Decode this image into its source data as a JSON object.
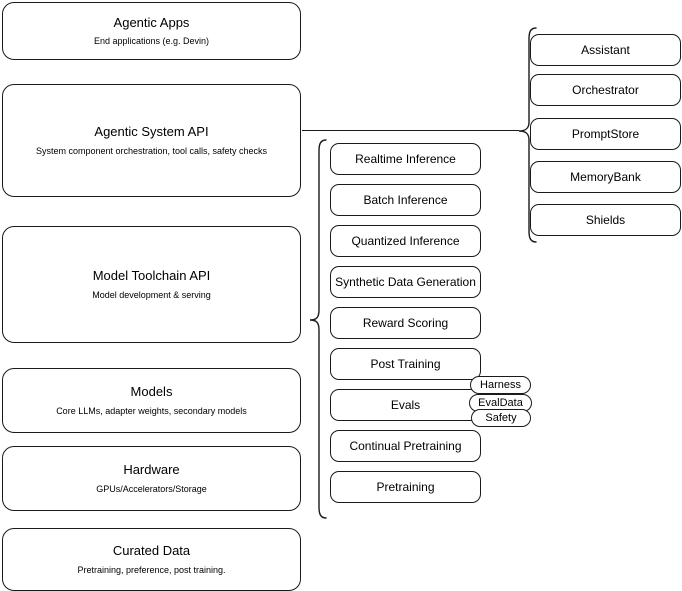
{
  "diagram": {
    "title": "Agentic AI stack layers",
    "stroke_color": "#1a1a1a",
    "background_color": "#ffffff"
  },
  "layers": [
    {
      "name": "agentic-apps",
      "title": "Agentic Apps",
      "subtitle": "End applications (e.g. Devin)"
    },
    {
      "name": "agentic-system-api",
      "title": "Agentic System API",
      "subtitle": "System component orchestration, tool calls, safety checks"
    },
    {
      "name": "model-toolchain-api",
      "title": "Model Toolchain API",
      "subtitle": "Model development & serving"
    },
    {
      "name": "models",
      "title": "Models",
      "subtitle": "Core LLMs, adapter weights, secondary models"
    },
    {
      "name": "hardware",
      "title": "Hardware",
      "subtitle": "GPUs/Accelerators/Storage"
    },
    {
      "name": "curated-data",
      "title": "Curated Data",
      "subtitle": "Pretraining, preference, post training."
    }
  ],
  "toolchain_components": [
    {
      "name": "realtime-inference",
      "label": "Realtime Inference"
    },
    {
      "name": "batch-inference",
      "label": "Batch Inference"
    },
    {
      "name": "quantized-inference",
      "label": "Quantized Inference"
    },
    {
      "name": "synthetic-data-generation",
      "label": "Synthetic Data Generation"
    },
    {
      "name": "reward-scoring",
      "label": "Reward Scoring"
    },
    {
      "name": "post-training",
      "label": "Post Training"
    },
    {
      "name": "evals",
      "label": "Evals"
    },
    {
      "name": "continual-pretraining",
      "label": "Continual Pretraining"
    },
    {
      "name": "pretraining",
      "label": "Pretraining"
    }
  ],
  "system_components": [
    {
      "name": "assistant",
      "label": "Assistant"
    },
    {
      "name": "orchestrator",
      "label": "Orchestrator"
    },
    {
      "name": "promptstore",
      "label": "PromptStore"
    },
    {
      "name": "memorybank",
      "label": "MemoryBank"
    },
    {
      "name": "shields",
      "label": "Shields"
    }
  ],
  "eval_badges": [
    {
      "name": "harness",
      "label": "Harness"
    },
    {
      "name": "evaldata",
      "label": "EvalData"
    },
    {
      "name": "safety",
      "label": "Safety"
    }
  ]
}
